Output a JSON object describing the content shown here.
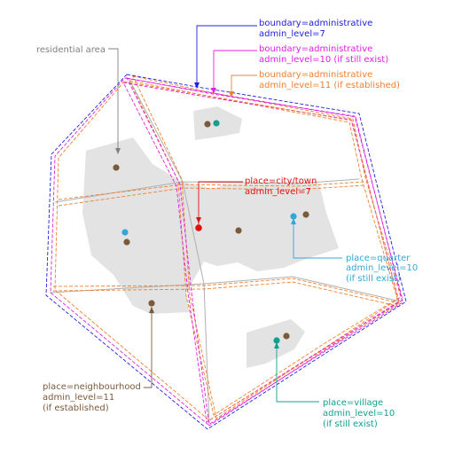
{
  "legend": {
    "admin7": {
      "line1": "boundary=administrative",
      "line2": "admin_level=7"
    },
    "admin10": {
      "line1": "boundary=administrative",
      "line2": "admin_level=10 (if still exist)"
    },
    "admin11": {
      "line1": "boundary=administrative",
      "line2": "admin_level=11 (if established)"
    },
    "residential": "residential area",
    "city": {
      "line1": "place=city/town",
      "line2": "admin_level=7"
    },
    "quarter": {
      "line1": "place=quarter",
      "line2": "admin_level=10",
      "line3": "(if still exist)"
    },
    "neighbourhood": {
      "line1": "place=neighbourhood",
      "line2": "admin_level=11",
      "line3": "(if established)"
    },
    "village": {
      "line1": "place=village",
      "line2": "admin_level=10",
      "line3": "(if still exist)"
    }
  },
  "colors": {
    "admin7": "#2020e0",
    "admin10": "#e020e0",
    "admin11": "#f08030",
    "residential": "#e3e3e3",
    "city": "#e01010",
    "quarter": "#30a8d8",
    "neighbourhood": "#7a5a3a",
    "village": "#10a090",
    "thin_boundary": "#b0b0b0",
    "pointer": "#808080"
  }
}
